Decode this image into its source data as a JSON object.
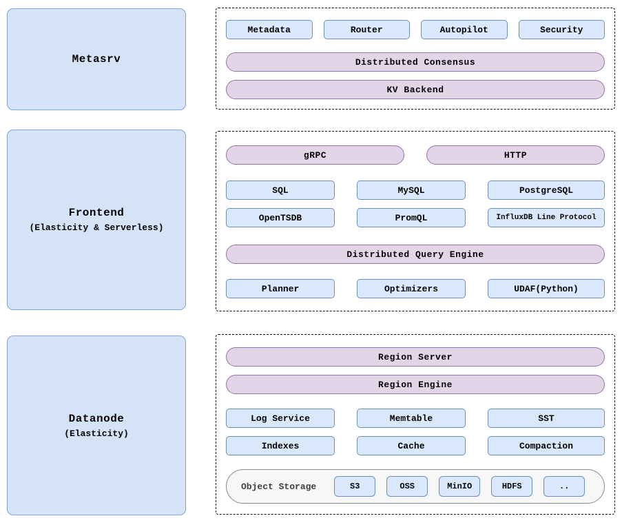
{
  "colors": {
    "blue_fill": "#dae8fc",
    "blue_border": "#6c8ebf",
    "panel_fill": "#d5e3f7",
    "panel_border": "#7ea6e0",
    "purple_fill": "#e1d5e7",
    "purple_border": "#9673a6",
    "storage_fill": "#f7f7f7",
    "storage_border": "#8a8a8a"
  },
  "metasrv": {
    "panel_title": "Metasrv",
    "chips": [
      "Metadata",
      "Router",
      "Autopilot",
      "Security"
    ],
    "pills": [
      "Distributed Consensus",
      "KV Backend"
    ]
  },
  "frontend": {
    "panel_title": "Frontend",
    "panel_subtitle": "(Elasticity & Serverless)",
    "protocol_pills": [
      "gRPC",
      "HTTP"
    ],
    "api_row1": [
      "SQL",
      "MySQL",
      "PostgreSQL"
    ],
    "api_row2": [
      "OpenTSDB",
      "PromQL",
      "InfluxDB Line Protocol"
    ],
    "engine_pill": "Distributed Query Engine",
    "engine_row": [
      "Planner",
      "Optimizers",
      "UDAF(Python)"
    ]
  },
  "datanode": {
    "panel_title": "Datanode",
    "panel_subtitle": "(Elasticity)",
    "pills": [
      "Region Server",
      "Region Engine"
    ],
    "storage_row1": [
      "Log Service",
      "Memtable",
      "SST"
    ],
    "storage_row2": [
      "Indexes",
      "Cache",
      "Compaction"
    ],
    "object_storage": {
      "label": "Object Storage",
      "backends": [
        "S3",
        "OSS",
        "MinIO",
        "HDFS",
        ".."
      ]
    }
  }
}
